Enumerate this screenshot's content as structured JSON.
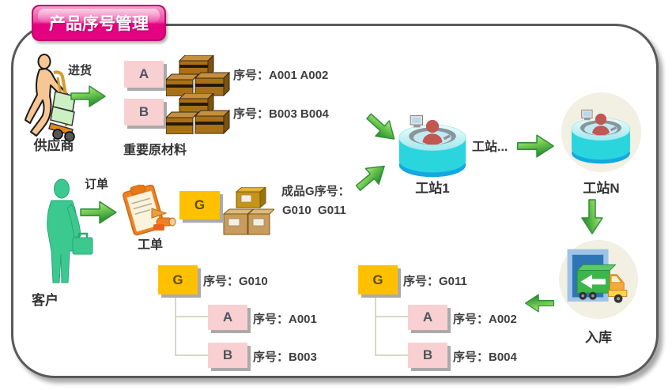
{
  "title": "产品序号管理",
  "colors": {
    "badge_pink": "#e5007f",
    "box_pink": "#f9d0d2",
    "box_orange": "#ffc000",
    "arrow_green": "#2e9e3e",
    "station_cyan": "#2bd5de"
  },
  "supplier": {
    "label": "供应商",
    "flow": "进货"
  },
  "materials": {
    "caption": "重要原材料",
    "items": [
      {
        "code": "A",
        "serial": "序号：A001 A002"
      },
      {
        "code": "B",
        "serial": "序号：B003 B004"
      }
    ]
  },
  "customer": {
    "label": "客户",
    "flow": "订单"
  },
  "work_order": {
    "label": "工单",
    "code": "G"
  },
  "finished_product": {
    "caption": "成品G序号：",
    "serials": "G010  G011"
  },
  "stations": {
    "first": "工站1",
    "middle": "工站...",
    "last": "工站N"
  },
  "warehouse": {
    "label": "入库"
  },
  "trees": [
    {
      "root": {
        "code": "G",
        "serial": "序号：G010"
      },
      "children": [
        {
          "code": "A",
          "serial": "序号：A001"
        },
        {
          "code": "B",
          "serial": "序号：B003"
        }
      ]
    },
    {
      "root": {
        "code": "G",
        "serial": "序号：G011"
      },
      "children": [
        {
          "code": "A",
          "serial": "序号：A002"
        },
        {
          "code": "B",
          "serial": "序号：B004"
        }
      ]
    }
  ]
}
